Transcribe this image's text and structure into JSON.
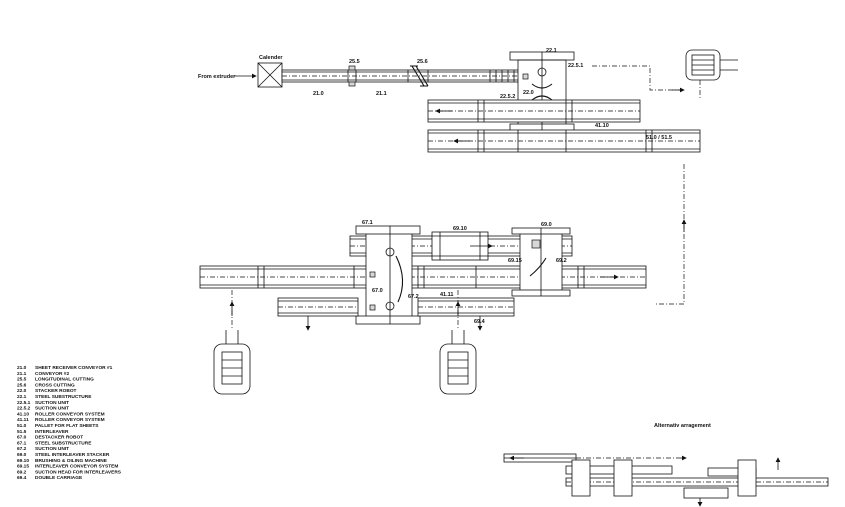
{
  "labels": {
    "calender": "Calender",
    "from_extruder": "From extruder",
    "l_21_0": "21.0",
    "l_21_1": "21.1",
    "l_25_5": "25.5",
    "l_25_6": "25.6",
    "l_22_1": "22.1",
    "l_22_5_1": "22.5.1",
    "l_22_5_2": "22.5.2",
    "l_22_0": "22.0",
    "l_41_10": "41.10",
    "l_51_0": "51.0 / 51.5",
    "l_67_1": "67.1",
    "l_69_10": "69.10",
    "l_69_0": "69.0",
    "l_69_15": "69.15",
    "l_69_2": "69.2",
    "l_67_0": "67.0",
    "l_67_2": "67.2",
    "l_41_11": "41.11",
    "l_69_4": "69.4",
    "alt": "Alternativ arragement"
  },
  "legend": [
    {
      "code": "21.0",
      "desc": "SHEET RECEIVER CONVEYOR #1"
    },
    {
      "code": "21.1",
      "desc": "CONVEYOR #2"
    },
    {
      "code": "25.5",
      "desc": "LONGITUDINAL CUTTING"
    },
    {
      "code": "25.6",
      "desc": "CROSS CUTTING"
    },
    {
      "code": "22.0",
      "desc": "STACKER ROBOT"
    },
    {
      "code": "22.1",
      "desc": "STEEL SUBSTRUCTURE"
    },
    {
      "code": "22.5.1",
      "desc": "SUCTION UNIT"
    },
    {
      "code": "22.5.2",
      "desc": "SUCTION UNIT"
    },
    {
      "code": "41.10",
      "desc": "ROLLER CONVEYOR SYSTEM"
    },
    {
      "code": "41.11",
      "desc": "ROLLER CONVEYOR SYSTEM"
    },
    {
      "code": "51.0",
      "desc": "PALLET FOR FLAT SHEETS"
    },
    {
      "code": "51.5",
      "desc": "INTERLEAVER"
    },
    {
      "code": "67.0",
      "desc": "DESTACKER ROBOT"
    },
    {
      "code": "67.1",
      "desc": "STEEL SUBSTRUCTURE"
    },
    {
      "code": "67.2",
      "desc": "SUCTION UNIT"
    },
    {
      "code": "69.0",
      "desc": "STEEL INTERLEAVER STACKER"
    },
    {
      "code": "69.10",
      "desc": "BRUSHING & OILING MACHINE"
    },
    {
      "code": "69.15",
      "desc": "INTERLEAVER CONVEYOR SYSTEM"
    },
    {
      "code": "69.2",
      "desc": "SUCTION HEAD FOR INTERLEAVERS"
    },
    {
      "code": "69.4",
      "desc": "DOUBLE CARRIAGE"
    }
  ]
}
